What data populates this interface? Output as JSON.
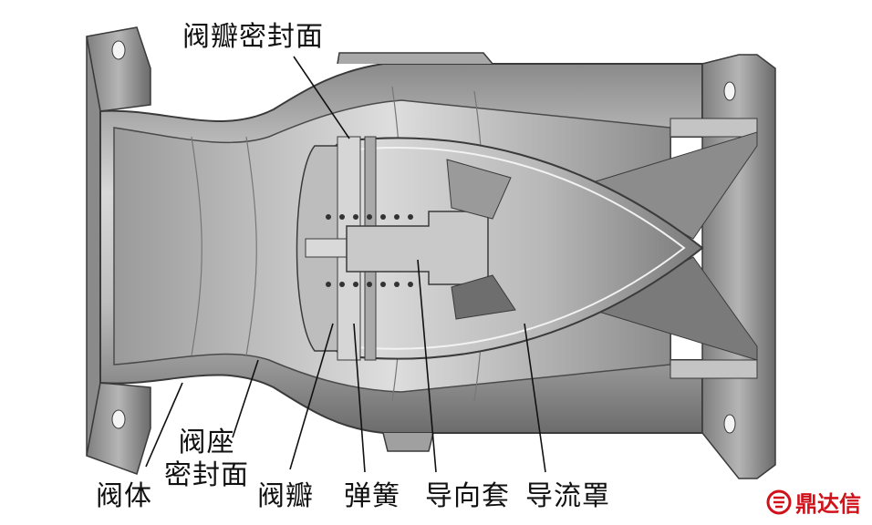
{
  "labels": {
    "valve_disc_seal_face": "阀瓣密封面",
    "valve_seat_line1": "阀座",
    "valve_seat_line2": "密封面",
    "valve_body": "阀体",
    "valve_disc": "阀瓣",
    "spring": "弹簧",
    "guide_sleeve": "导向套",
    "flow_guide_cover": "导流罩"
  },
  "watermark": {
    "text": "鼎达信",
    "icon": "logo-icon",
    "color": "#d0121b"
  },
  "colors": {
    "body_light": "#cfcfcf",
    "body_mid": "#9e9e9e",
    "body_dark": "#5a5a5a",
    "outline": "#3a3a3a"
  }
}
